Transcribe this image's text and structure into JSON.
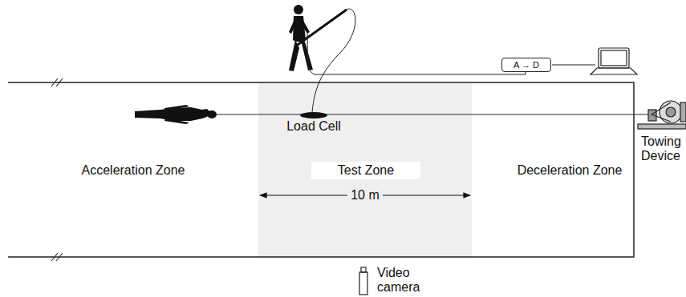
{
  "diagram": {
    "nodes": [
      {
        "text": [
          "A → D"
        ]
      },
      {
        "text": [
          "Load Cell"
        ]
      },
      {
        "text": [
          "Test Zone"
        ]
      }
    ],
    "labels": [
      "Acceleration Zone",
      "Deceleration Zone",
      "10 m",
      "Video camera",
      "Towing Device"
    ]
  }
}
